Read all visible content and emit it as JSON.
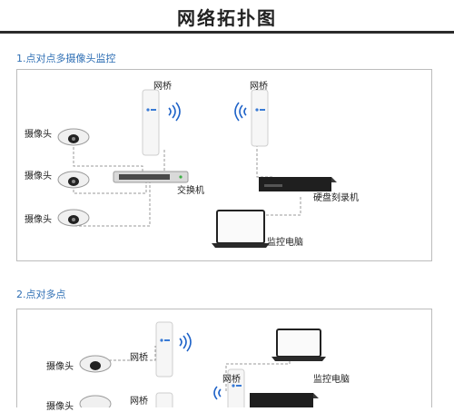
{
  "header": {
    "title": "网络拓扑图"
  },
  "section1": {
    "heading": "1.点对点多摄像头监控",
    "labels": {
      "bridge_left": "网桥",
      "bridge_right": "网桥",
      "camera1": "摄像头",
      "camera2": "摄像头",
      "camera3": "摄像头",
      "switch": "交换机",
      "nvr": "硬盘刻录机",
      "monitor": "监控电脑"
    }
  },
  "section2": {
    "heading": "2.点对多点",
    "labels": {
      "bridge_a": "网桥",
      "bridge_b": "网桥",
      "bridge_center": "网桥",
      "camera1": "摄像头",
      "camera2": "摄像头",
      "monitor": "监控电脑"
    }
  },
  "colors": {
    "accent": "#2f6fb4",
    "wifi": "#1f63c8",
    "title_rule": "#2b2b2b"
  }
}
